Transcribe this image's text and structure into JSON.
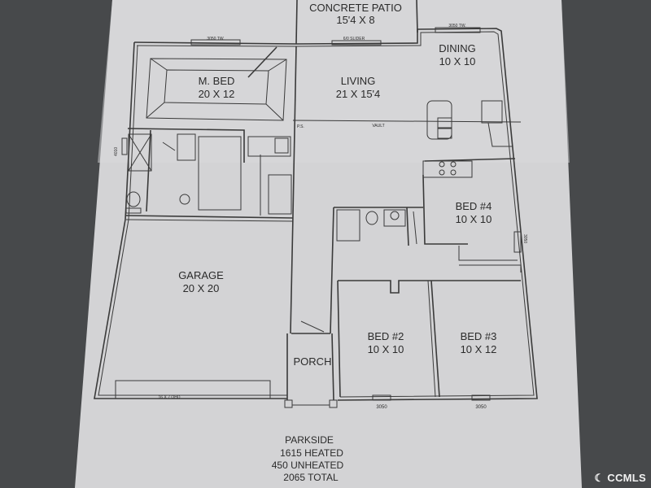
{
  "plan": {
    "top_label": {
      "line1": "CONCRETE PATIO",
      "line2": "15'4 X 8"
    },
    "rooms": {
      "master_bed": {
        "name": "M. BED",
        "size": "20 X 12"
      },
      "living": {
        "name": "LIVING",
        "size": "21 X 15'4"
      },
      "dining": {
        "name": "DINING",
        "size": "10 X 10"
      },
      "garage": {
        "name": "GARAGE",
        "size": "20 X 20"
      },
      "bed4": {
        "name": "BED #4",
        "size": "10 X 10"
      },
      "bed2": {
        "name": "BED #2",
        "size": "10 X 10"
      },
      "bed3": {
        "name": "BED #3",
        "size": "10 X 12"
      },
      "porch": {
        "name": "PORCH"
      }
    },
    "annotations": {
      "window_mbed": "3050 TW.",
      "window_dining": "3050 TW.",
      "slider": "6/0 SLIDER",
      "ps": "P.S.",
      "vault": "VAULT",
      "side_window_left": "4010",
      "side_window_right": "3050",
      "garage_door": "16 X 7 OHD",
      "window_bed2": "3050",
      "window_bed3": "3050"
    },
    "summary": {
      "name": "PARKSIDE",
      "heated": "1615 HEATED",
      "unheated": "450 UNHEATED",
      "total": "2065 TOTAL"
    }
  },
  "watermark": {
    "text": "CCMLS"
  },
  "colors": {
    "background": "#47494b",
    "paper": "#d4d4d6",
    "ink": "#3a3a3a"
  }
}
